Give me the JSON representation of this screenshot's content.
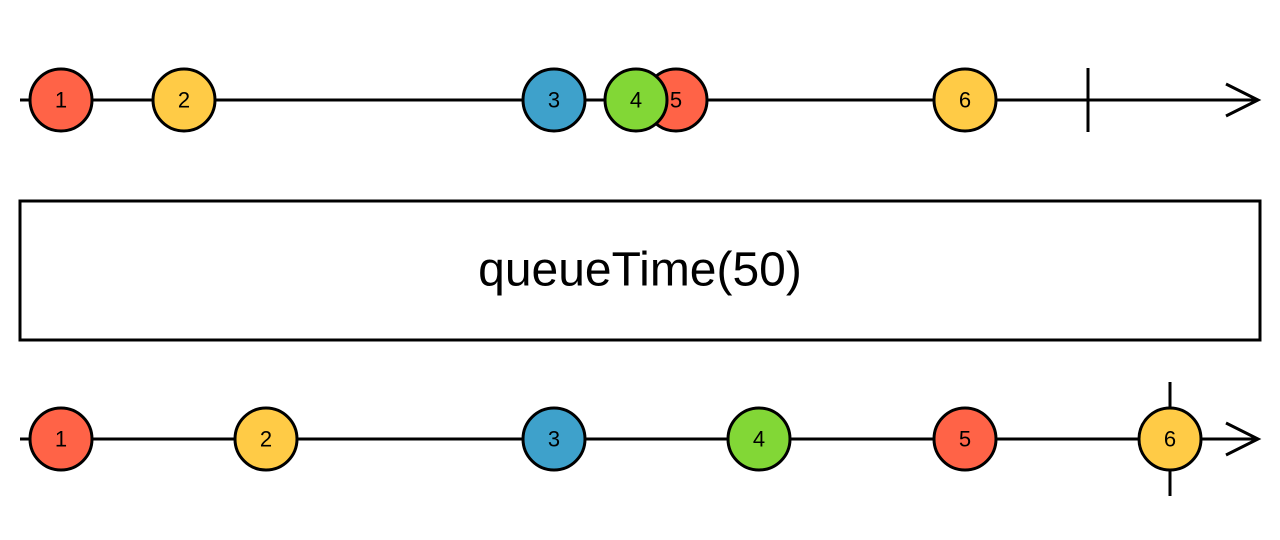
{
  "colors": {
    "red": "#ff6347",
    "yellow": "#ffcb46",
    "blue": "#3ea1cb",
    "green": "#82d736"
  },
  "operator": {
    "label": "queueTime(50)"
  },
  "input": {
    "marbles": [
      {
        "label": "1",
        "color": "red"
      },
      {
        "label": "2",
        "color": "yellow"
      },
      {
        "label": "3",
        "color": "blue"
      },
      {
        "label": "5",
        "color": "red"
      },
      {
        "label": "4",
        "color": "green"
      },
      {
        "label": "6",
        "color": "yellow"
      }
    ],
    "completes": true
  },
  "output": {
    "marbles": [
      {
        "label": "1",
        "color": "red"
      },
      {
        "label": "2",
        "color": "yellow"
      },
      {
        "label": "3",
        "color": "blue"
      },
      {
        "label": "4",
        "color": "green"
      },
      {
        "label": "5",
        "color": "red"
      },
      {
        "label": "6",
        "color": "yellow"
      }
    ],
    "completes": true
  }
}
